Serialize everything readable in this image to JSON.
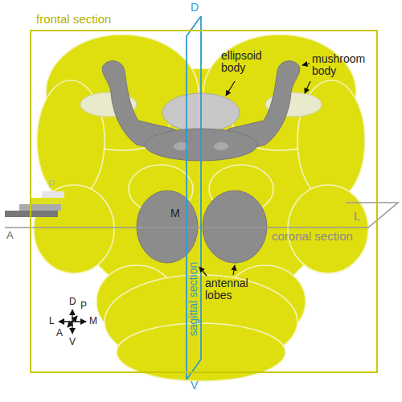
{
  "diagram": {
    "nodes": [
      {
        "text": [
          "frontal section"
        ]
      }
    ],
    "labels": [
      "D",
      "ellipsoid body",
      "mushroom body",
      "P",
      "A",
      "M",
      "L",
      "coronal section",
      "antennal lobes",
      "sagittal section",
      "V",
      "D",
      "L",
      "P",
      "M",
      "A",
      "V"
    ]
  }
}
